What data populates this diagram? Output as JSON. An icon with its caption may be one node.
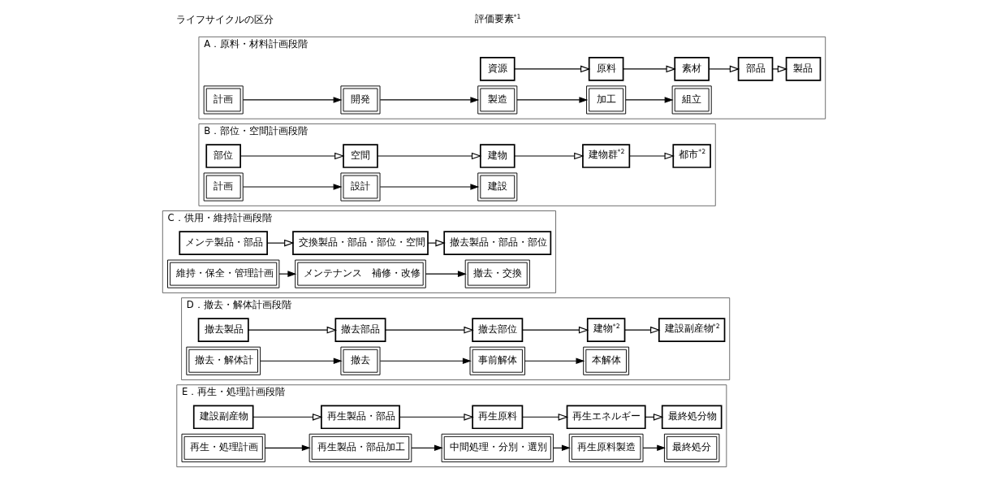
{
  "diagram": {
    "nodes": [
      {
        "text": [
          "A．原料・材料計画段階"
        ]
      },
      {
        "text": [
          "資源"
        ],
        "in": 0
      },
      {
        "text": [
          "原料"
        ],
        "in": 0
      },
      {
        "text": [
          "素材"
        ],
        "in": 0
      },
      {
        "text": [
          "部品"
        ],
        "in": 0
      },
      {
        "text": [
          "製品"
        ],
        "in": 0
      },
      {
        "text": [
          "計画"
        ],
        "in": 0
      },
      {
        "text": [
          "開発"
        ],
        "in": 0
      },
      {
        "text": [
          "製造"
        ],
        "in": 0
      },
      {
        "text": [
          "加工"
        ],
        "in": 0
      },
      {
        "text": [
          "組立"
        ],
        "in": 0
      },
      {
        "text": [
          "B．部位・空間計画段階"
        ]
      },
      {
        "text": [
          "部位"
        ],
        "in": 11
      },
      {
        "text": [
          "空間"
        ],
        "in": 11
      },
      {
        "text": [
          "建物"
        ],
        "in": 11
      },
      {
        "text": [
          "建物群$^{*2}$"
        ],
        "in": 11
      },
      {
        "text": [
          "都市$^{*2}$"
        ],
        "in": 11
      },
      {
        "text": [
          "計画"
        ],
        "in": 11
      },
      {
        "text": [
          "設計"
        ],
        "in": 11
      },
      {
        "text": [
          "建設"
        ],
        "in": 11
      },
      {
        "text": [
          "C．供用・維持計画段階"
        ]
      },
      {
        "text": [
          "メンテ製品・部品"
        ],
        "in": 20
      },
      {
        "text": [
          "交換製品・部品・部位・空間"
        ],
        "in": 20
      },
      {
        "text": [
          "撤去製品・部品・部位"
        ],
        "in": 20
      },
      {
        "text": [
          "維持・保全・管理計画"
        ],
        "in": 20
      },
      {
        "text": [
          "メンテナンス　補修・改修"
        ],
        "in": 20
      },
      {
        "text": [
          "撤去・交換"
        ],
        "in": 20
      },
      {
        "text": [
          "D．撤去・解体計画段階"
        ]
      },
      {
        "text": [
          "撤去製品"
        ],
        "in": 27
      },
      {
        "text": [
          "撤去部品"
        ],
        "in": 27
      },
      {
        "text": [
          "撤去部位"
        ],
        "in": 27
      },
      {
        "text": [
          "建物$^{*2}$"
        ],
        "in": 27
      },
      {
        "text": [
          "建設副産物$^{*2}$"
        ],
        "in": 27
      },
      {
        "text": [
          "撤去・解体計"
        ],
        "in": 27
      },
      {
        "text": [
          "撤去"
        ],
        "in": 27
      },
      {
        "text": [
          "事前解体"
        ],
        "in": 27
      },
      {
        "text": [
          "本解体"
        ],
        "in": 27
      },
      {
        "text": [
          "E．再生・処理計画段階"
        ]
      },
      {
        "text": [
          "建設副産物"
        ],
        "in": 37
      },
      {
        "text": [
          "再生製品・部品"
        ],
        "in": 37
      },
      {
        "text": [
          "再生原料"
        ],
        "in": 37
      },
      {
        "text": [
          "再生エネルギー"
        ],
        "in": 37
      },
      {
        "text": [
          "最終処分物"
        ],
        "in": 37
      },
      {
        "text": [
          "再生・処理計画"
        ],
        "in": 37
      },
      {
        "text": [
          "再生製品・部品加工"
        ],
        "in": 37
      },
      {
        "text": [
          "中間処理・分別・選別"
        ],
        "in": 37
      },
      {
        "text": [
          "再生原料製造"
        ],
        "in": 37
      },
      {
        "text": [
          "最終処分"
        ],
        "in": 37
      }
    ],
    "edges": [
      {
        "from": 1,
        "to": 2,
        "arrow": "to"
      },
      {
        "from": 2,
        "to": 3,
        "arrow": "to"
      },
      {
        "from": 3,
        "to": 4,
        "arrow": "to"
      },
      {
        "from": 4,
        "to": 5,
        "arrow": "to"
      },
      {
        "from": 6,
        "to": 7,
        "arrow": "to"
      },
      {
        "from": 7,
        "to": 8,
        "arrow": "to"
      },
      {
        "from": 8,
        "to": 9,
        "arrow": "to"
      },
      {
        "from": 9,
        "to": 10,
        "arrow": "to"
      },
      {
        "from": 12,
        "to": 13,
        "arrow": "to"
      },
      {
        "from": 13,
        "to": 14,
        "arrow": "to"
      },
      {
        "from": 14,
        "to": 15,
        "arrow": "to"
      },
      {
        "from": 15,
        "to": 16,
        "arrow": "to"
      },
      {
        "from": 17,
        "to": 18,
        "arrow": "to"
      },
      {
        "from": 18,
        "to": 19,
        "arrow": "to"
      },
      {
        "from": 21,
        "to": 22,
        "arrow": "to"
      },
      {
        "from": 22,
        "to": 23,
        "arrow": "to"
      },
      {
        "from": 24,
        "to": 25,
        "arrow": "to"
      },
      {
        "from": 25,
        "to": 26,
        "arrow": "to"
      },
      {
        "from": 28,
        "to": 29,
        "arrow": "to"
      },
      {
        "from": 29,
        "to": 30,
        "arrow": "to"
      },
      {
        "from": 30,
        "to": 31,
        "arrow": "to"
      },
      {
        "from": 31,
        "to": 32,
        "arrow": "to"
      },
      {
        "from": 33,
        "to": 34,
        "arrow": "to"
      },
      {
        "from": 34,
        "to": 35,
        "arrow": "to"
      },
      {
        "from": 35,
        "to": 36,
        "arrow": "to"
      },
      {
        "from": 38,
        "to": 39,
        "arrow": "to"
      },
      {
        "from": 39,
        "to": 40,
        "arrow": "to"
      },
      {
        "from": 40,
        "to": 41,
        "arrow": "to"
      },
      {
        "from": 41,
        "to": 42,
        "arrow": "to"
      },
      {
        "from": 43,
        "to": 44,
        "arrow": "to"
      },
      {
        "from": 44,
        "to": 45,
        "arrow": "to"
      },
      {
        "from": 45,
        "to": 46,
        "arrow": "to"
      },
      {
        "from": 46,
        "to": 47,
        "arrow": "to"
      }
    ],
    "labels": [
      "ライフサイクルの区分",
      "評価要素$^{*1}$"
    ]
  }
}
